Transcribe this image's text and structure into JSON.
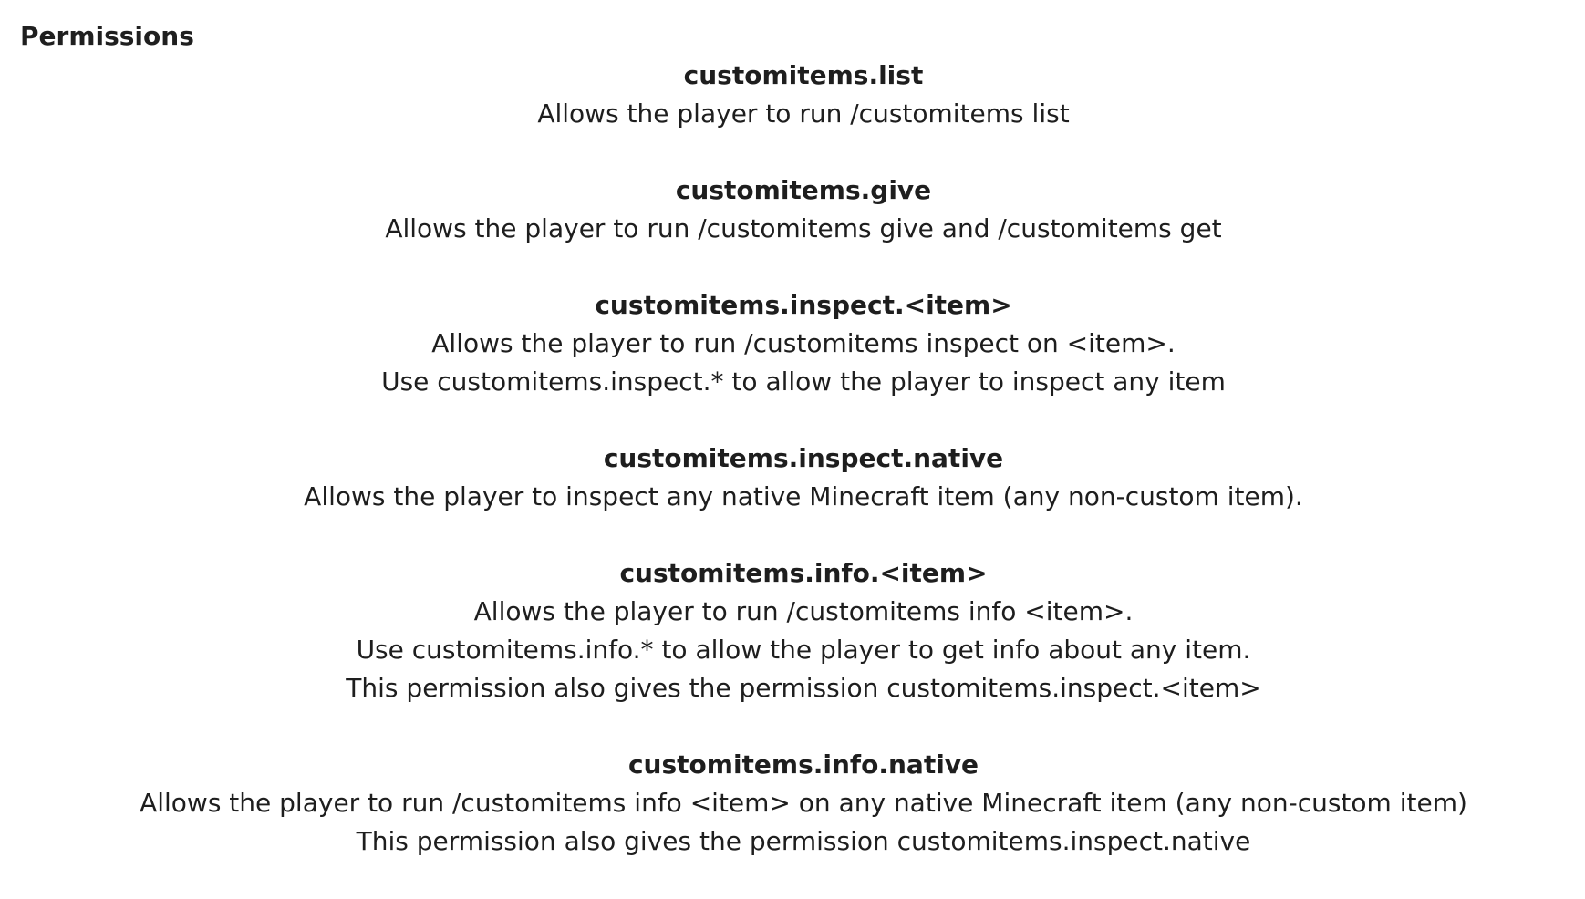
{
  "heading": "Permissions",
  "permissions": [
    {
      "name": "customitems.list",
      "lines": [
        "Allows the player to run /customitems list"
      ]
    },
    {
      "name": "customitems.give",
      "lines": [
        "Allows the player to run /customitems give and /customitems get"
      ]
    },
    {
      "name": "customitems.inspect.<item>",
      "lines": [
        "Allows the player to run /customitems inspect on <item>.",
        "Use customitems.inspect.* to allow the player to inspect any item"
      ]
    },
    {
      "name": "customitems.inspect.native",
      "lines": [
        "Allows the player to inspect any native Minecraft item (any non-custom item)."
      ]
    },
    {
      "name": "customitems.info.<item>",
      "lines": [
        "Allows the player to run /customitems info <item>.",
        "Use customitems.info.* to allow the player to get info about any item.",
        "This permission also gives the permission customitems.inspect.<item>"
      ]
    },
    {
      "name": "customitems.info.native",
      "lines": [
        "Allows the player to run /customitems info <item> on any native Minecraft item (any non-custom item)",
        "This permission also gives the permission customitems.inspect.native"
      ]
    }
  ]
}
